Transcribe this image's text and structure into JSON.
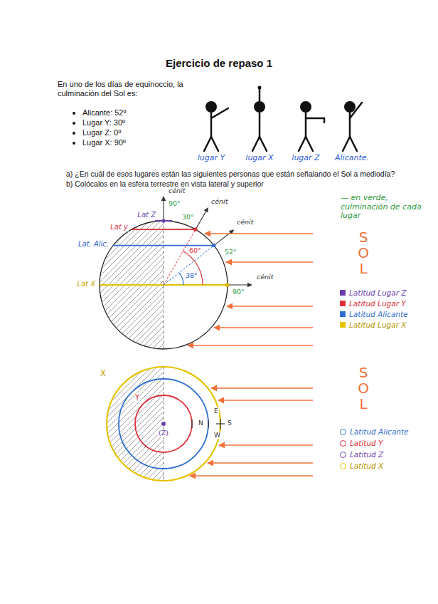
{
  "diagram": {
    "title": "Ejercicio de repaso 1",
    "labels": [
      "En uno de los días de equinoccio, la culminación del Sol es:",
      "Alicante: 52º",
      "Lugar Y: 30º",
      "Lugar Z: 0º",
      "Lugar X: 90º",
      "lugar Y",
      "lugar X",
      "lugar Z",
      "Alicante.",
      "a) ¿En cuál de esos lugares están las siguientes personas que están señalando el Sol a mediodía?",
      "b) Colócalos en la esfera terrestre en vista lateral y superior",
      "— en verde, culminación de cada lugar",
      "cénit",
      "Lat Z",
      "90°",
      "cénit",
      "Lat y",
      "30°",
      "cénit",
      "52°",
      "Lat. Alic.",
      "60°",
      "38°",
      "SOL",
      "Lat X",
      "cénit",
      "90°",
      "X",
      "Y",
      "(Z)",
      "N",
      "S",
      "E",
      "W",
      "SOL"
    ],
    "legend": [
      {
        "text": "Latitud Lugar Z",
        "color": "#6a3fb0"
      },
      {
        "text": "Latitud Lugar Y",
        "color": "#e0303a"
      },
      {
        "text": "Latitud Alicante",
        "color": "#2f6fd0"
      },
      {
        "text": "Latitud Lugar X",
        "color": "#e6c200"
      },
      {
        "text": "Latitud Alicante"
      },
      {
        "text": "Latitud Y"
      },
      {
        "text": "Latitud Z"
      },
      {
        "text": "Latitud X"
      }
    ]
  }
}
